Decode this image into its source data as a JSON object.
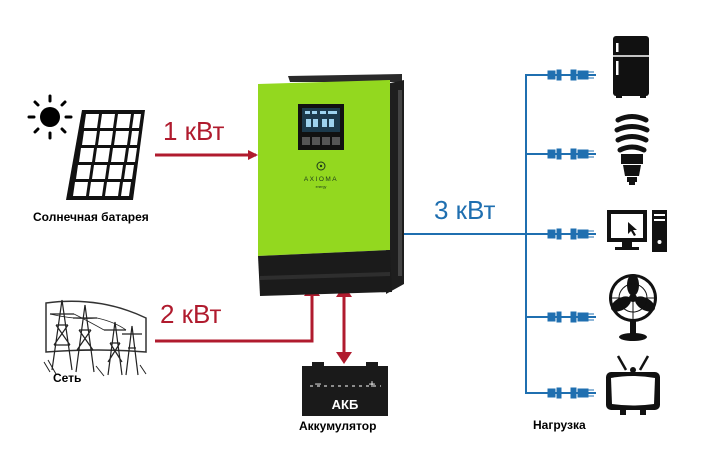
{
  "diagram": {
    "solar": {
      "label": "Солнечная батарея",
      "power": "1 кВт"
    },
    "grid": {
      "label": "Сеть",
      "power": "2 кВт"
    },
    "inverter": {
      "brand": "AXIOMA",
      "brand_sub": "energy"
    },
    "battery": {
      "tag": "АКБ",
      "label": "Аккумулятор"
    },
    "output": {
      "power": "3 кВт"
    },
    "load": {
      "label": "Нагрузка",
      "devices": [
        "fridge-icon",
        "lamp-icon",
        "computer-icon",
        "fan-icon",
        "tv-icon"
      ]
    },
    "colors": {
      "inverter_body": "#93d81f",
      "input_arrow": "#b01b2e",
      "output_line": "#1f6fb0"
    }
  }
}
